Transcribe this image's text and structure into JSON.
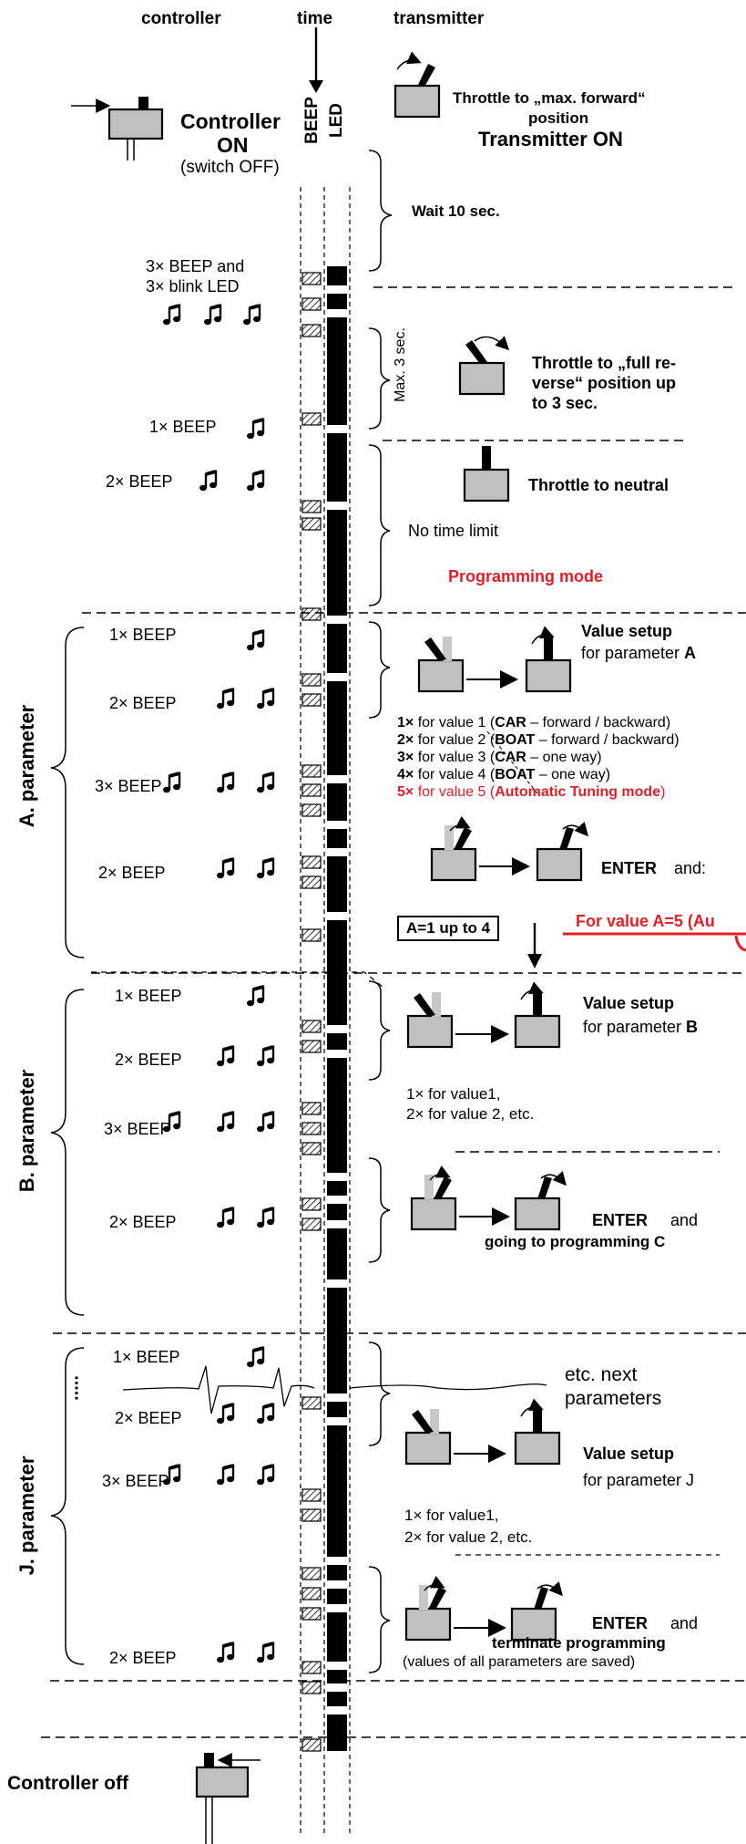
{
  "headers": {
    "controller": "controller",
    "time": "time",
    "transmitter": "transmitter"
  },
  "timeline": {
    "beep": "BEEP",
    "led": "LED"
  },
  "startup": {
    "controller_on": "Controller",
    "on": "ON",
    "switch_off": "(switch OFF)",
    "throttle_max": "Throttle to „max. forward“",
    "position": "position",
    "transmitter_on": "Transmitter ON",
    "wait": "Wait 10 sec.",
    "beep3": "3× BEEP and",
    "blink3": "3× blink LED",
    "max3": "Max. 3 sec.",
    "throttle_reverse_1": "Throttle to „full re-",
    "throttle_reverse_2": "verse“ position up",
    "throttle_reverse_3": "to 3 sec.",
    "beep1": "1× BEEP",
    "beep2": "2× BEEP",
    "neutral": "Throttle to neutral",
    "no_limit": "No time limit",
    "prog_mode": "Programming mode"
  },
  "param_a": {
    "label": "A. parameter",
    "beep1": "1× BEEP",
    "beep2": "2× BEEP",
    "value_setup": "Value setup",
    "for_param": "for parameter ",
    "param_letter": "A",
    "options": [
      {
        "n": "1×",
        "pre": " for value 1 (",
        "bold": "CAR",
        "post": " – forward / backward)"
      },
      {
        "n": "2×",
        "pre": " for value 2 (",
        "bold": "BOAT",
        "post": " – forward / backward)"
      },
      {
        "n": "3×",
        "pre": " for value 3 (",
        "bold": "CAR",
        "post": " – one way)"
      },
      {
        "n": "4×",
        "pre": " for value 4 (",
        "bold": "BOAT",
        "post": " – one way)"
      },
      {
        "n": "5×",
        "pre": " for value 5 (",
        "bold": "Automatic Tuning mode",
        "post": ")"
      }
    ],
    "beep3": "3× BEEP",
    "beep2b": "2× BEEP",
    "enter": "ENTER",
    "and": "and:",
    "a_range": "A=1 up to 4",
    "a5": "For value A=5 (Au"
  },
  "param_b": {
    "label": "B. parameter",
    "beep1": "1× BEEP",
    "beep2": "2× BEEP",
    "value_setup": "Value setup",
    "for_param": "for parameter ",
    "param_letter": "B",
    "val1": "1× for value1,",
    "val2": "2× for value 2, etc.",
    "beep3": "3× BEEP",
    "beep2b": "2× BEEP",
    "enter": "ENTER",
    "and": "and",
    "going": "going to programming C"
  },
  "etc": {
    "dots": ".....",
    "line1": "etc. next",
    "line2": "parameters"
  },
  "param_j": {
    "label": "J. parameter",
    "beep1": "1× BEEP",
    "beep2": "2× BEEP",
    "value_setup": "Value setup",
    "for_param": "for parameter J",
    "val1": "1× for value1,",
    "val2": "2× for value 2, etc.",
    "beep3": "3× BEEP",
    "beep2b": "2× BEEP",
    "enter": "ENTER",
    "and": "and",
    "terminate": "terminate programming",
    "saved": "(values of all parameters are saved)"
  },
  "end": {
    "controller_off": "Controller off"
  },
  "colors": {
    "accent_red": "#e31e24",
    "device_gray": "#c0c0c0",
    "stick_light": "#c8c8c8"
  },
  "icons": [
    "controller-switch-icon",
    "transmitter-stick-icon",
    "music-note-icon",
    "right-arrow-icon",
    "down-arrow-icon",
    "brace-icon"
  ]
}
